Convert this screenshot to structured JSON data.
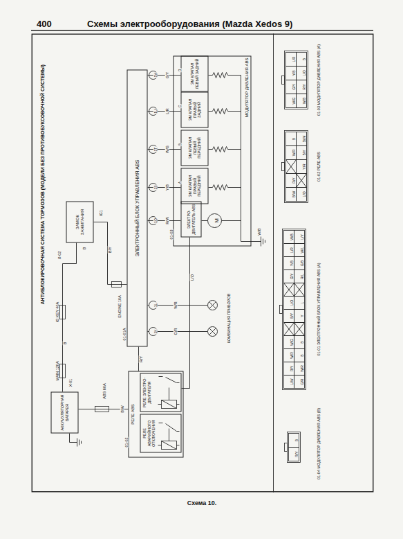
{
  "diagram": {
    "title": "АНТИБЛОКИРОВОЧНАЯ СИСТЕМА ТОРМОЗОВ (МОДЕЛИ БЕЗ ПРОТИВОБУКСОВОЧНОЙ СИСТЕМЫ)",
    "caption": "Схема 10.",
    "nodes": [
      {
        "text": [
          "АККУМУЛЯТОРНАЯ БАТАРЕЯ"
        ]
      },
      {
        "text": [
          "ЗАМОК ЗАЖИГАНИЯ"
        ]
      },
      {
        "text": [
          "РЕЛЕ ABS"
        ]
      },
      {
        "text": [
          "РЕЛЕ АВАРИЙНОГО ОТКЛЮЧЕНИЯ"
        ],
        "in": 2
      },
      {
        "text": [
          "РЕЛЕ ЭЛЕКТРО-ДВИГАТЕЛЯ"
        ],
        "in": 2
      },
      {
        "text": [
          "ЭЛЕКТРОННЫЙ БЛОК УПРАВЛЕНИЯ ABS"
        ]
      },
      {
        "text": [
          "МОДУЛЯТОР ДАВЛЕНИЯ ABS"
        ]
      },
      {
        "text": [
          "ЭЛЕКТРО-ДВИГАТЕЛЬ ABS"
        ],
        "in": 6
      },
      {
        "text": [
          "ЭМ КЛАПАН ПРАВЫЙ ПЕРЕДНИЙ"
        ],
        "in": 6
      },
      {
        "text": [
          "ЭМ КЛАПАН ЛЕВЫЙ ПЕРЕДНИЙ"
        ],
        "in": 6
      },
      {
        "text": [
          "ЭМ КЛАПАН ПРАВЫЙ ЗАДНИЙ"
        ],
        "in": 6
      },
      {
        "text": [
          "ЭМ КЛАПАН ЛЕВЫЙ ЗАДНИЙ"
        ],
        "in": 6
      }
    ],
    "edges": [
      {
        "from": 0,
        "to": 2,
        "arrow": "none",
        "label": "B/W"
      },
      {
        "from": 0,
        "to": 1,
        "arrow": "none",
        "label": "B"
      },
      {
        "from": 1,
        "to": 5,
        "arrow": "none",
        "label": "B/Y"
      },
      {
        "from": 2,
        "to": 5,
        "arrow": "none",
        "label": "R/Y"
      },
      {
        "from": 4,
        "to": 7,
        "arrow": "none",
        "label": "L/O"
      },
      {
        "from": 5,
        "to": 7,
        "arrow": "none",
        "label": "R/W"
      },
      {
        "from": 5,
        "to": 8,
        "arrow": "none",
        "label": "Y/B"
      },
      {
        "from": 5,
        "to": 9,
        "arrow": "none",
        "label": "W/G"
      },
      {
        "from": 5,
        "to": 10,
        "arrow": "none",
        "label": "L/R"
      },
      {
        "from": 5,
        "to": 11,
        "arrow": "none",
        "label": "G/Y"
      }
    ],
    "labels": [
      "400",
      "Схемы электрооборудования (Mazda Xedos 9)",
      "MAIN 120A",
      "IG KEY 40A",
      "ABS 60A",
      "ENGINE 10A",
      "X-01",
      "X-02",
      "B",
      "IG1",
      "01-01A",
      "01-02",
      "01-03",
      "1K",
      "1L",
      "1O",
      "1S",
      "1T",
      "1U",
      "1V",
      "G/R",
      "W/R",
      "КОМБИНАЦИЯ ПРИБОРОВ",
      "M",
      "A",
      "B",
      "C",
      "D",
      "W/B",
      "01-01 ЭЛЕКТРОННЫЙ БЛОК УПРАВЛЕНИЯ ABS (A)",
      "01-02 РЕЛЕ ABS",
      "01-03 МОДУЛЯТОР ДАВЛЕНИЯ ABS (A)",
      "01-04 МОДУЛЯТОР ДАВЛЕНИЯ ABS (B)",
      "L/W",
      "R/Y",
      "W/R",
      "W/G",
      "B/Y",
      "L/O",
      "G/Y",
      "Y/B",
      "L/R",
      "W/B",
      "G/R",
      "W/R",
      "B",
      "B",
      "Y",
      "L",
      "R/L",
      "G/B",
      "W/L",
      "L/Y",
      "B/W",
      "R/Y",
      "W/R",
      "B",
      "L/O",
      "Y/R",
      "B/Y",
      "B/W",
      "W/G",
      "G/Y",
      "Y/B",
      "L/R",
      "W/B",
      "R/Y",
      "L/O",
      "B",
      "R/Y",
      "B"
    ]
  }
}
